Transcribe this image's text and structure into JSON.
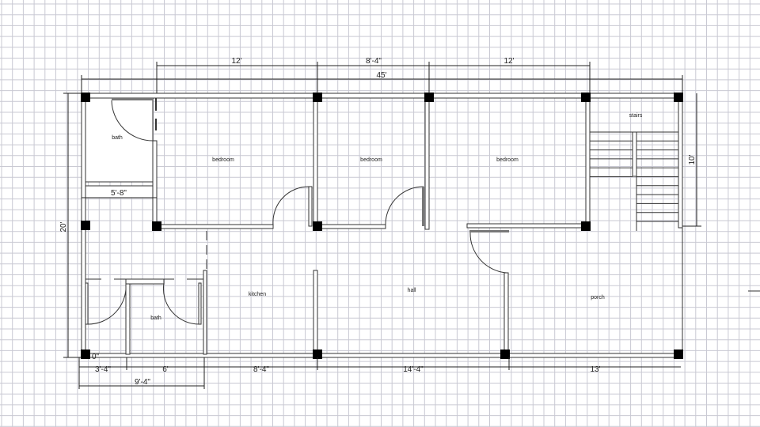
{
  "rooms": {
    "bath_top": "bath",
    "bedroom_1": "bedroom",
    "bedroom_2": "bedroom",
    "bedroom_3": "bedroom",
    "stairs": "stairs",
    "kitchen": "kitchen",
    "hall": "hall",
    "porch": "porch",
    "bath_bottom": "bath"
  },
  "dimensions": {
    "top_bedroom_1": "12'",
    "top_bedroom_2": "8'-4\"",
    "top_bedroom_3": "12'",
    "overall_width": "45'",
    "overall_depth": "20'",
    "stairs_depth": "10'",
    "bath_width": "5'-8\"",
    "origin": "0\"",
    "bottom_1": "3'-4\"",
    "bottom_2": "6'",
    "bottom_3": "8'-4\"",
    "bottom_4": "14'-4\"",
    "bottom_5": "13'",
    "bottom_combined": "9'-4\""
  },
  "colors": {
    "grid": "#c9c9d3",
    "line": "#333333",
    "column": "#000000"
  }
}
